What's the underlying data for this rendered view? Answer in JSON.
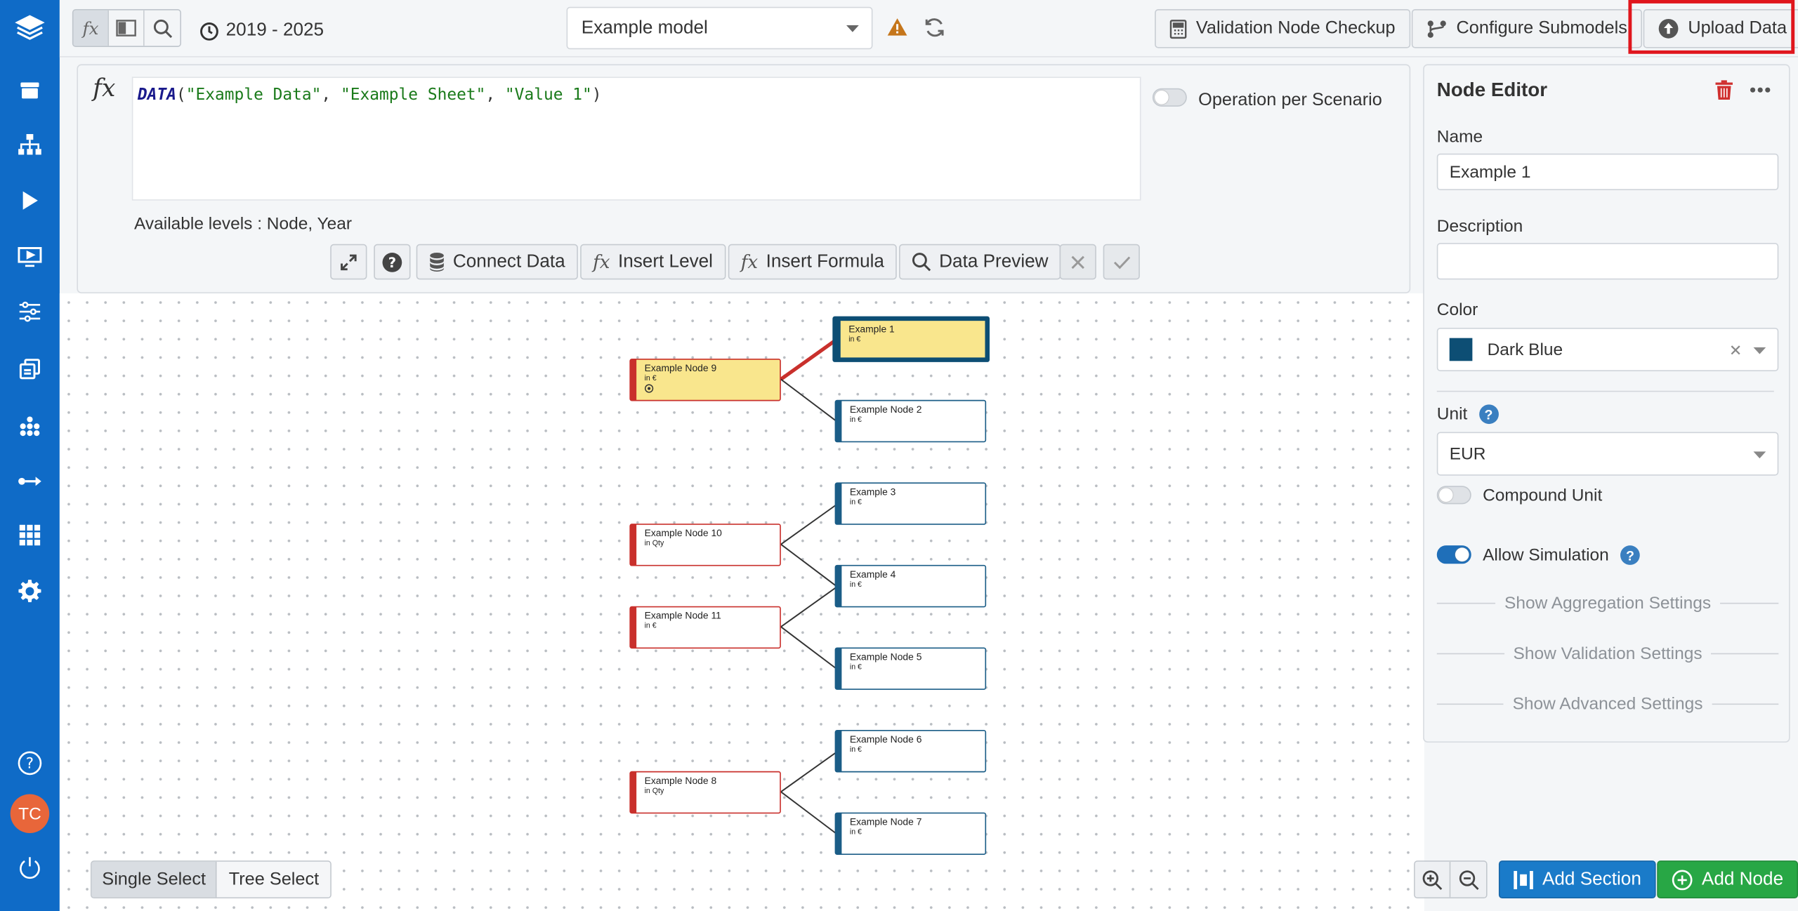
{
  "topbar": {
    "year_range": "2019 - 2025",
    "model_select": "Example model",
    "validation_btn": "Validation Node Checkup",
    "configure_btn": "Configure Submodels",
    "upload_btn": "Upload Data"
  },
  "formula": {
    "fn": "DATA",
    "arg1": "\"Example Data\"",
    "arg2": "\"Example Sheet\"",
    "arg3": "\"Value 1\"",
    "operation_per_scenario": "Operation per Scenario",
    "available_levels": "Available levels : Node, Year",
    "connect_data": "Connect Data",
    "insert_level": "Insert Level",
    "insert_formula": "Insert Formula",
    "data_preview": "Data Preview"
  },
  "nodes": [
    {
      "name": "Example Node 9",
      "unit": "in €"
    },
    {
      "name": "Example 1",
      "unit": "in €"
    },
    {
      "name": "Example Node 2",
      "unit": "in €"
    },
    {
      "name": "Example 3",
      "unit": "in €"
    },
    {
      "name": "Example Node 10",
      "unit": "in Qty"
    },
    {
      "name": "Example 4",
      "unit": "in €"
    },
    {
      "name": "Example Node 11",
      "unit": "in €"
    },
    {
      "name": "Example Node 5",
      "unit": "in €"
    },
    {
      "name": "Example Node 6",
      "unit": "in €"
    },
    {
      "name": "Example Node 8",
      "unit": "in Qty"
    },
    {
      "name": "Example Node 7",
      "unit": "in €"
    }
  ],
  "editor": {
    "title": "Node Editor",
    "name_label": "Name",
    "name_value": "Example 1",
    "description_label": "Description",
    "description_value": "",
    "color_label": "Color",
    "color_value": "Dark Blue",
    "color_swatch": "#0d4e74",
    "unit_label": "Unit",
    "unit_value": "EUR",
    "compound_unit": "Compound Unit",
    "allow_simulation": "Allow Simulation",
    "agg_settings": "Show Aggregation Settings",
    "val_settings": "Show Validation Settings",
    "adv_settings": "Show Advanced Settings"
  },
  "bottom": {
    "single_select": "Single Select",
    "tree_select": "Tree Select",
    "add_section": "Add Section",
    "add_node": "Add Node"
  },
  "user": {
    "initials": "TC"
  },
  "colors": {
    "sidebar": "#0f6bc7",
    "highlight": "#e0161d",
    "add_section": "#1a7bc9",
    "add_node": "#28a745",
    "node_border_blue": "#1b5d87",
    "node_border_red": "#c9302c",
    "node_yellow": "#f9e68d"
  }
}
